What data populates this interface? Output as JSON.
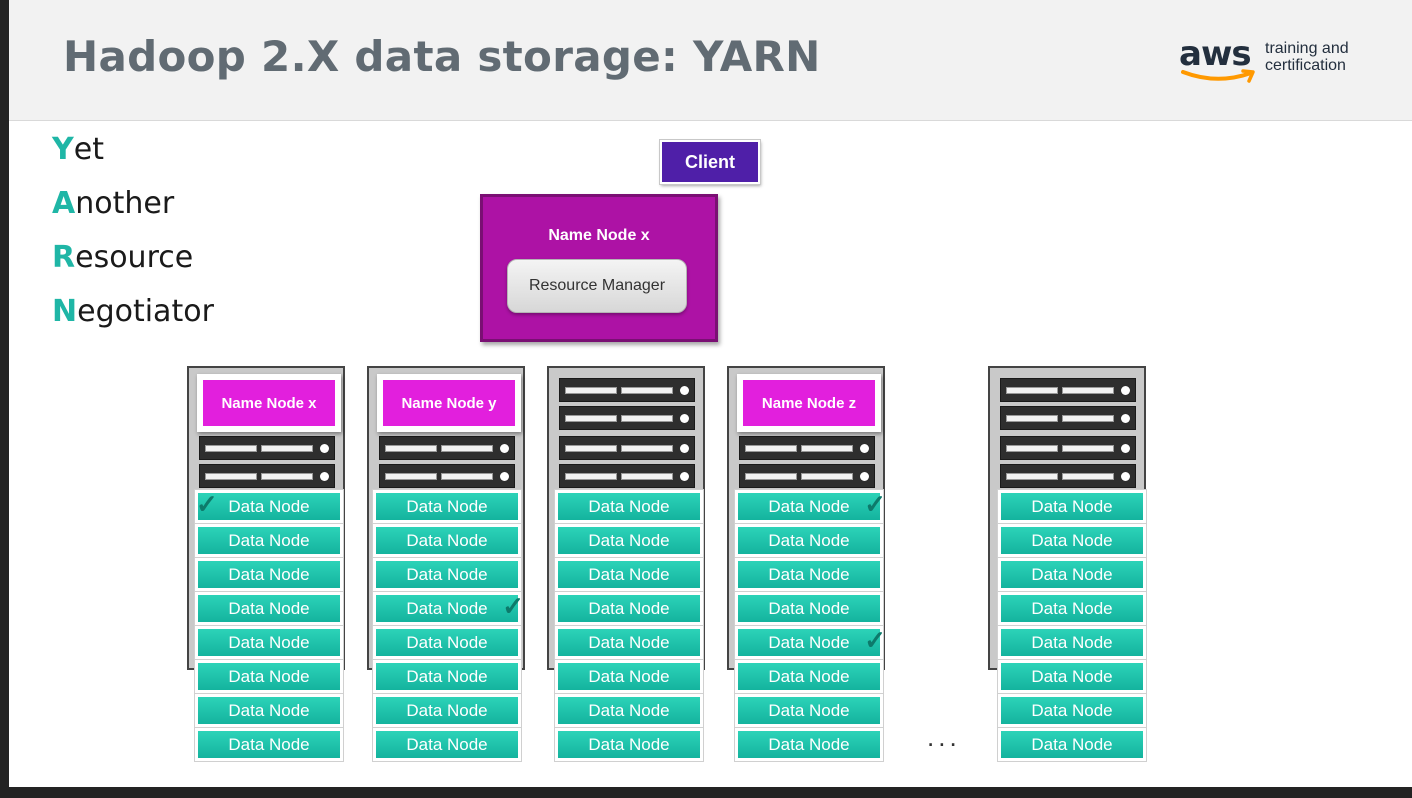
{
  "header": {
    "title": "Hadoop 2.X data storage: YARN",
    "logo_word": "aws",
    "logo_tagline": "training and certification"
  },
  "acronym": [
    {
      "letter": "Y",
      "rest": "et"
    },
    {
      "letter": "A",
      "rest": "nother"
    },
    {
      "letter": "R",
      "rest": "esource"
    },
    {
      "letter": "N",
      "rest": "egotiator"
    }
  ],
  "diagram": {
    "client_label": "Client",
    "name_node_title": "Name Node x",
    "resource_manager_label": "Resource Manager",
    "racks": [
      {
        "name_node": "Name Node x"
      },
      {
        "name_node": "Name Node y"
      },
      {
        "name_node": ""
      },
      {
        "name_node": "Name Node z"
      },
      {
        "name_node": ""
      }
    ],
    "data_node_label": "Data Node",
    "checked_nodes": [
      {
        "rack": 0,
        "row": 0,
        "side": "left"
      },
      {
        "rack": 1,
        "row": 3,
        "side": "right"
      },
      {
        "rack": 3,
        "row": 0,
        "side": "right"
      },
      {
        "rack": 3,
        "row": 4,
        "side": "right"
      }
    ],
    "ellipsis": "..."
  },
  "colors": {
    "accent_teal": "#1fb6a6",
    "name_node_magenta": "#e21fdd",
    "client_purple": "#4f1fa8",
    "name_node_box_purple": "#ad12a5"
  }
}
